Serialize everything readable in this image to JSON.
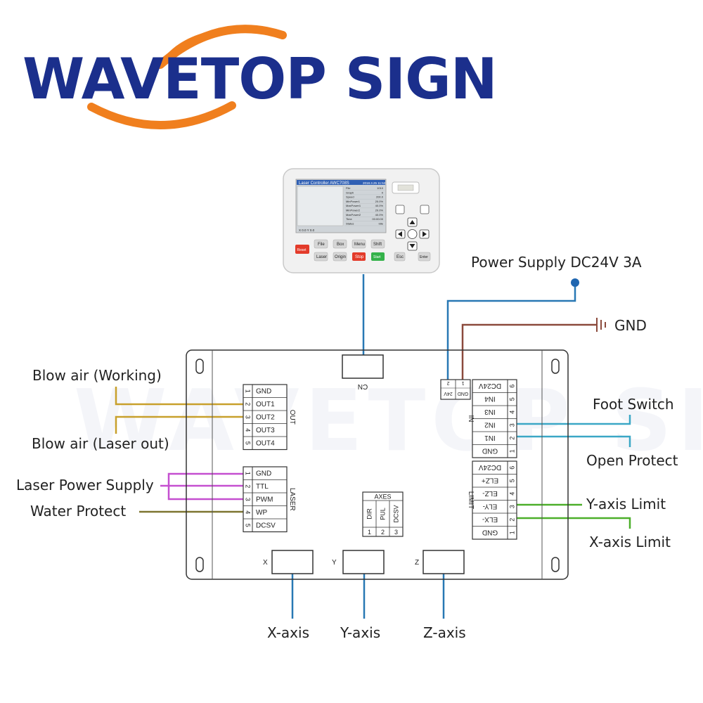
{
  "brand": {
    "name": "WAVETOP SIGN"
  },
  "panel": {
    "title": "Laser Controller AWC708S",
    "datetime": "2018.3.25  11:52",
    "rows": [
      {
        "k": "File",
        "v": "1010"
      },
      {
        "k": "Graph",
        "v": "0"
      },
      {
        "k": "Speed",
        "v": "200.0"
      },
      {
        "k": "MinPower1",
        "v": "20.0%"
      },
      {
        "k": "MaxPower1",
        "v": "40.0%"
      },
      {
        "k": "MinPower2",
        "v": "20.0%"
      },
      {
        "k": "MaxPower2",
        "v": "40.0%"
      },
      {
        "k": "Time",
        "v": "00:00:00"
      },
      {
        "k": "Status",
        "v": "Idle"
      }
    ],
    "bottom_left": "X  0.0   Y  0.0",
    "buttons": {
      "reset": "Reset",
      "file": "File",
      "box": "Box",
      "menu": "Menu",
      "shift": "Shift",
      "laser": "Laser",
      "origin": "Origin",
      "stop": "Stop",
      "start": "Start",
      "esc": "Esc",
      "enter": "Enter"
    }
  },
  "board": {
    "cn_label": "CN",
    "out_label": "OUT",
    "out_pins": [
      "GND",
      "OUT1",
      "OUT2",
      "OUT3",
      "OUT4"
    ],
    "laser_label": "LASER",
    "laser_pins": [
      "GND",
      "TTL",
      "PWM",
      "WP",
      "DCSV"
    ],
    "pin_numbers": [
      "1",
      "2",
      "3",
      "4",
      "5"
    ],
    "pwr_pins": [
      "24V",
      "GND"
    ],
    "pwr_nums": [
      "2",
      "1"
    ],
    "in_label": "IN",
    "in_pins": [
      "DC24V",
      "IN4",
      "IN3",
      "IN2",
      "IN1",
      "GND"
    ],
    "limit_label": "LIMIT",
    "limit_pins": [
      "DC24V",
      "ELZ+",
      "ELZ-",
      "ELY-",
      "ELX-",
      "GND"
    ],
    "six_nums": [
      "6",
      "5",
      "4",
      "3",
      "2",
      "1"
    ],
    "axes_label": "AXES",
    "axes_pins": [
      "DIR",
      "PUL",
      "DCSV"
    ],
    "axes_nums": [
      "1",
      "2",
      "3"
    ],
    "motor_letters": [
      "X",
      "Y",
      "Z"
    ]
  },
  "labels": {
    "power_supply": "Power Supply DC24V 3A",
    "gnd": "GND",
    "blow_air_working": "Blow air (Working)",
    "blow_air_laser_out": "Blow air (Laser out)",
    "laser_power_supply": "Laser Power Supply",
    "water_protect": "Water Protect",
    "foot_switch": "Foot Switch",
    "open_protect": "Open Protect",
    "y_axis_limit": "Y-axis Limit",
    "x_axis_limit": "X-axis Limit",
    "x_axis": "X-axis",
    "y_axis": "Y-axis",
    "z_axis": "Z-axis"
  },
  "colors": {
    "brand_blue": "#1b2f8c",
    "brand_orange": "#f07f1e",
    "wire_blue": "#2878b4",
    "wire_gnd": "#8b4a3c",
    "wire_gold": "#c8a02c",
    "wire_purple": "#c54fd0",
    "wire_olive": "#7d7530",
    "wire_cyan": "#3ba7c6",
    "wire_green": "#4caf2a"
  }
}
